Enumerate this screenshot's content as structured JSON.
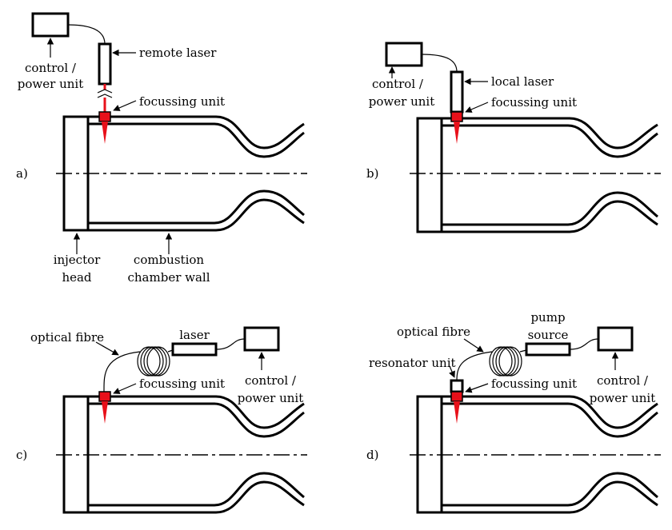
{
  "panels": {
    "a": {
      "tag": "a)",
      "control_line1": "control /",
      "control_line2": "power unit",
      "laser": "remote laser",
      "focussing": "focussing unit",
      "injector_line1": "injector",
      "injector_line2": "head",
      "wall_line1": "combustion",
      "wall_line2": "chamber wall"
    },
    "b": {
      "tag": "b)",
      "control_line1": "control /",
      "control_line2": "power unit",
      "laser": "local laser",
      "focussing": "focussing unit"
    },
    "c": {
      "tag": "c)",
      "fibre": "optical fibre",
      "laser": "laser",
      "focussing": "focussing unit",
      "control_line1": "control /",
      "control_line2": "power unit"
    },
    "d": {
      "tag": "d)",
      "fibre": "optical fibre",
      "pump_line1": "pump",
      "pump_line2": "source",
      "resonator": "resonator unit",
      "focussing": "focussing unit",
      "control_line1": "control /",
      "control_line2": "power unit"
    }
  },
  "colors": {
    "beam": "#e8101a",
    "line": "#000000"
  }
}
